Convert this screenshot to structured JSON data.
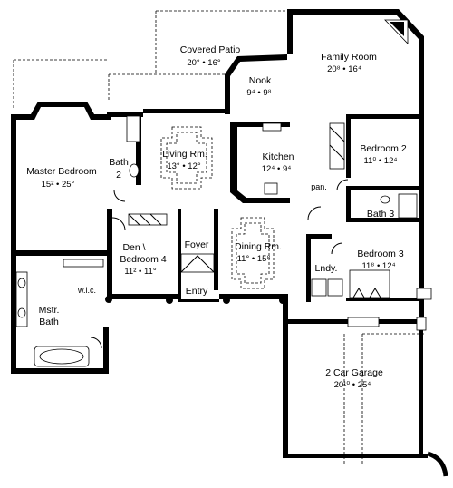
{
  "rooms": {
    "covered_patio": {
      "name": "Covered Patio",
      "dims": "20° • 16°"
    },
    "family_room": {
      "name": "Family Room",
      "dims": "20⁸ • 16⁴"
    },
    "nook": {
      "name": "Nook",
      "dims": "9⁴ • 9⁸"
    },
    "master_bedroom": {
      "name": "Master Bedroom",
      "dims": "15² • 25°"
    },
    "bath_2": {
      "name": "Bath",
      "sub": "2"
    },
    "living_rm": {
      "name": "Living Rm.",
      "dims": "13° • 12°"
    },
    "kitchen": {
      "name": "Kitchen",
      "dims": "12⁴ • 9⁴"
    },
    "bedroom_2": {
      "name": "Bedroom 2",
      "dims": "11⁰ • 12⁴"
    },
    "pan": {
      "name": "pan."
    },
    "bath_3": {
      "name": "Bath 3"
    },
    "den": {
      "name": "Den \\",
      "sub": "Bedroom 4",
      "dims": "11² • 11°"
    },
    "foyer": {
      "name": "Foyer"
    },
    "dining_rm": {
      "name": "Dining Rm.",
      "dims": "11° • 15⁸"
    },
    "bedroom_3": {
      "name": "Bedroom 3",
      "dims": "11⁸ • 12⁴"
    },
    "lndy": {
      "name": "Lndy."
    },
    "wic": {
      "name": "w.i.c."
    },
    "mstr_bath": {
      "name": "Mstr.",
      "sub": "Bath"
    },
    "entry": {
      "name": "Entry"
    },
    "garage": {
      "name": "2 Car Garage",
      "dims": "20¹⁰ • 25⁴"
    }
  }
}
